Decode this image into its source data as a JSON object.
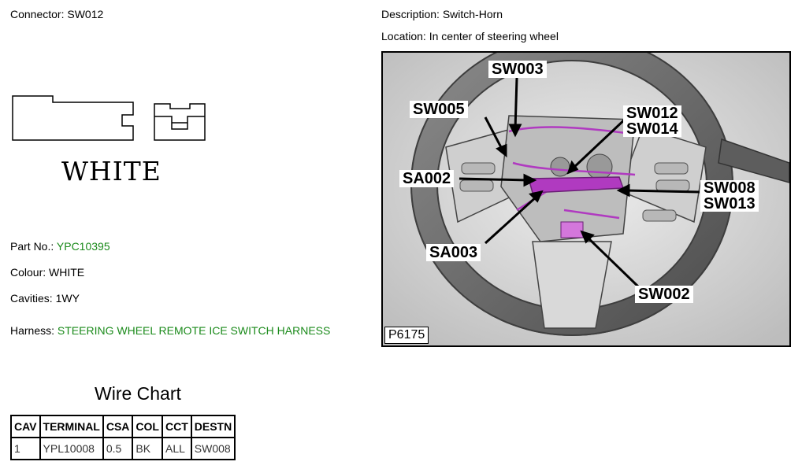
{
  "header": {
    "connector_label": "Connector:",
    "connector_value": "SW012",
    "description_label": "Description:",
    "description_value": "Switch-Horn",
    "location_label": "Location:",
    "location_value": "In center of steering wheel"
  },
  "connector": {
    "colour_word": "WHITE"
  },
  "details": {
    "part_no_label": "Part No.:",
    "part_no_value": "YPC10395",
    "colour_label": "Colour:",
    "colour_value": "WHITE",
    "cavities_label": "Cavities:",
    "cavities_value": "1WY",
    "harness_label": "Harness:",
    "harness_value": "STEERING WHEEL REMOTE ICE SWITCH HARNESS"
  },
  "wire_chart": {
    "title": "Wire Chart",
    "headers": [
      "CAV",
      "TERMINAL",
      "CSA",
      "COL",
      "CCT",
      "DESTN"
    ],
    "rows": [
      [
        "1",
        "YPL10008",
        "0.5",
        "BK",
        "ALL",
        "SW008"
      ]
    ]
  },
  "figure": {
    "figure_id": "P6175",
    "callouts": {
      "sw003": "SW003",
      "sw005": "SW005",
      "sw012": "SW012",
      "sw014": "SW014",
      "sa002": "SA002",
      "sw008": "SW008",
      "sw013": "SW013",
      "sa003": "SA003",
      "sw002": "SW002"
    },
    "colors": {
      "harness_purple": "#b03ac0",
      "wheel_grey": "#6e6e6e"
    }
  }
}
